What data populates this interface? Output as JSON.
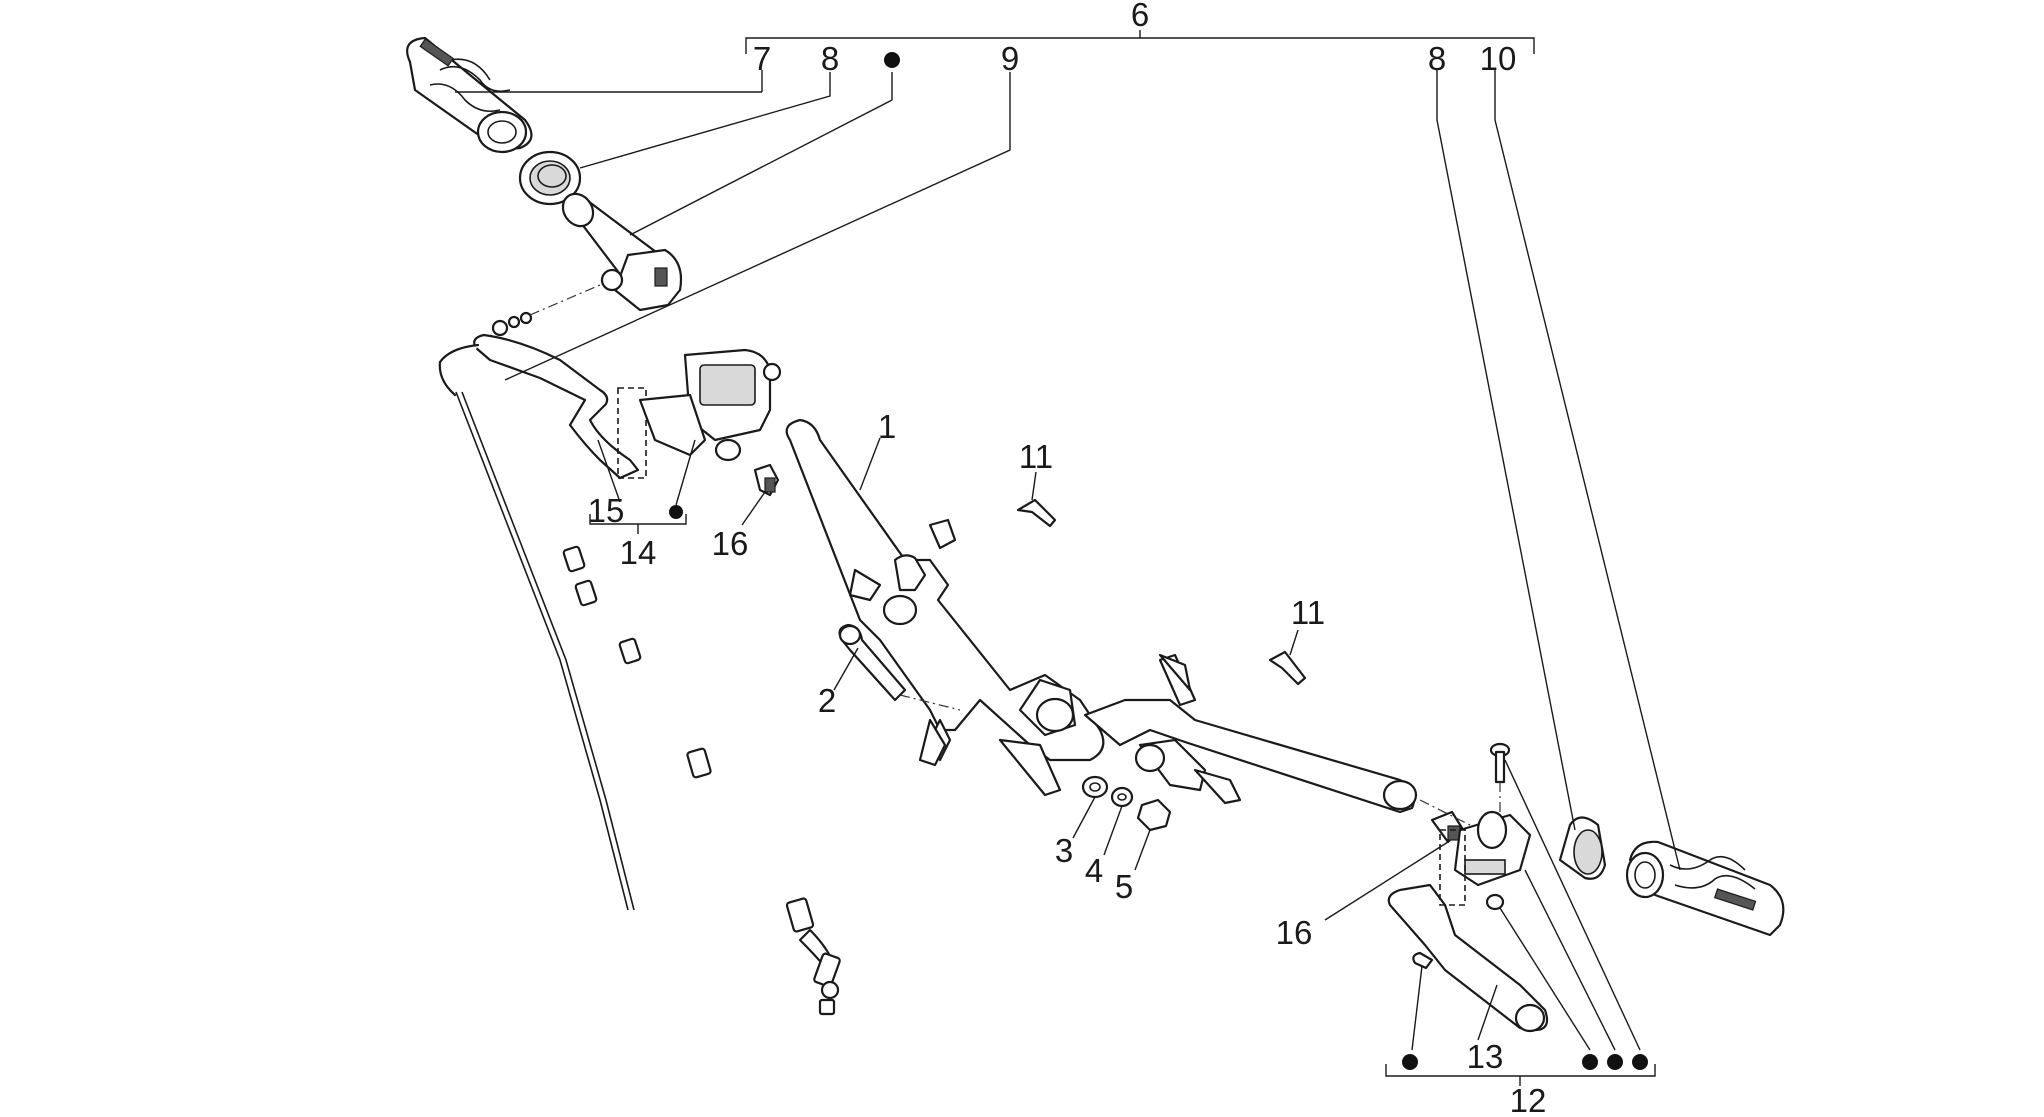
{
  "diagram": {
    "labels": {
      "l6": "6",
      "l7": "7",
      "l8a": "8",
      "l9": "9",
      "l8b": "8",
      "l10": "10",
      "l1": "1",
      "l11a": "11",
      "l11b": "11",
      "l15": "15",
      "l14": "14",
      "l16a": "16",
      "l2": "2",
      "l3": "3",
      "l4": "4",
      "l5": "5",
      "l16b": "16",
      "l13": "13",
      "l12": "12"
    }
  }
}
